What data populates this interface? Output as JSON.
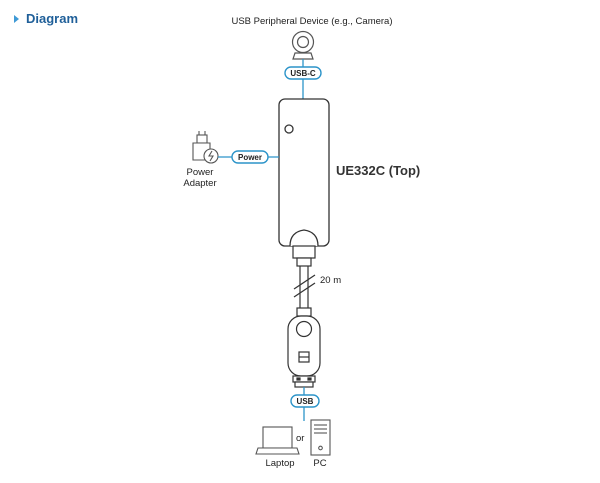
{
  "heading": "Diagram",
  "peripheral_label": "USB Peripheral Device (e.g., Camera)",
  "connector_top": "USB-C",
  "power_tag": "Power",
  "adapter_line1": "Power",
  "adapter_line2": "Adapter",
  "device_name": "UE332C (Top)",
  "cable_length": "20 m",
  "connector_bottom": "USB",
  "or_text": "or",
  "laptop_label": "Laptop",
  "pc_label": "PC",
  "colors": {
    "line": "#2c94c9",
    "accent_heading": "#1f5f99",
    "bullet": "#3f9ad6"
  }
}
